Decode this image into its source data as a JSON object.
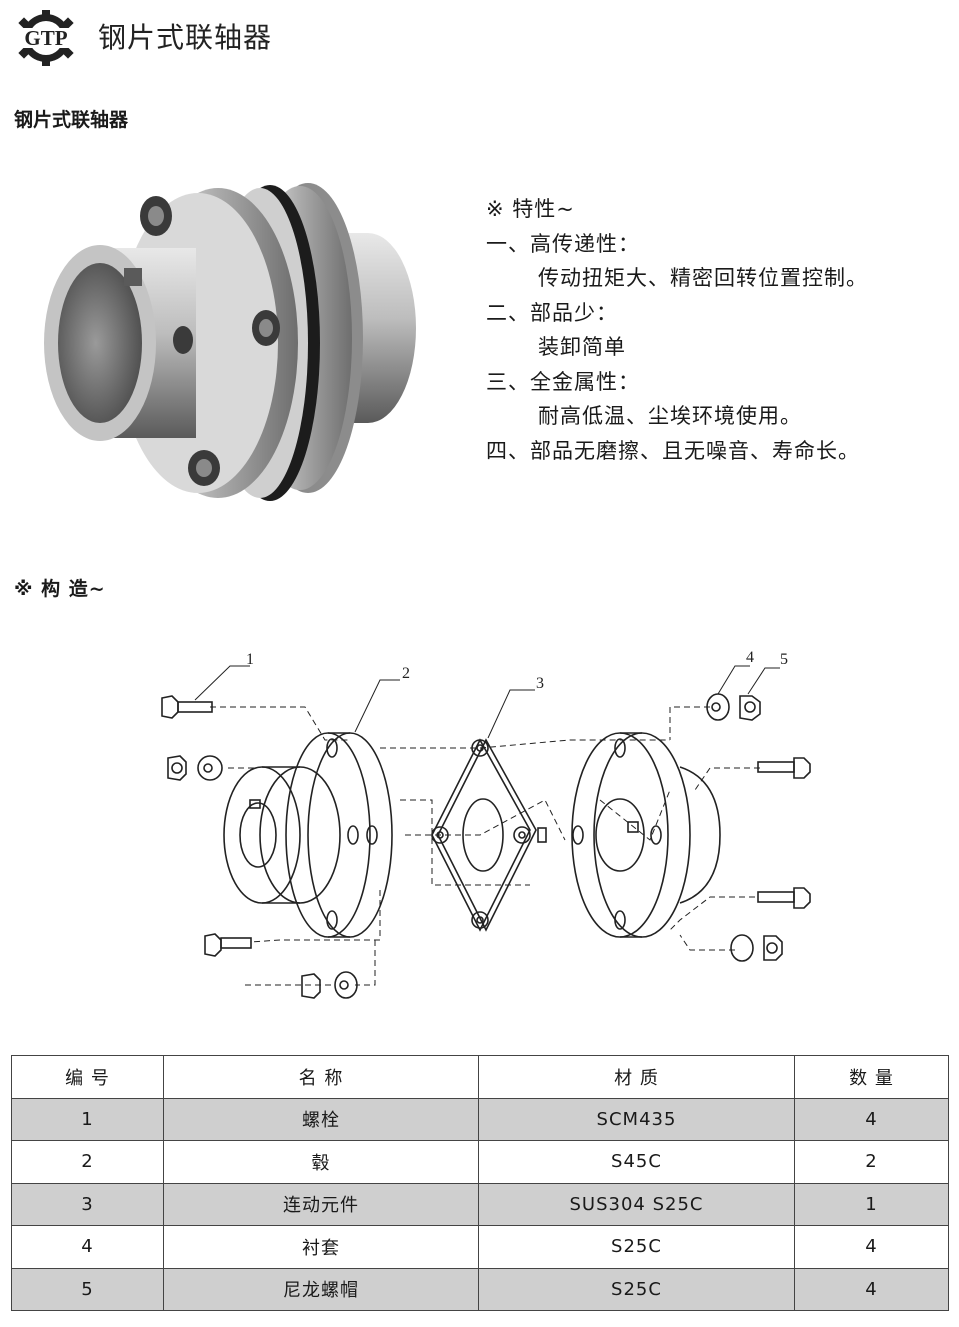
{
  "header": {
    "logo_text": "GTP",
    "title": "钢片式联轴器"
  },
  "subtitle": "钢片式联轴器",
  "features": {
    "heading": "※ 特性~",
    "lines": [
      {
        "text": "一、高传递性：",
        "indent": false
      },
      {
        "text": "传动扭矩大、精密回转位置控制。",
        "indent": true
      },
      {
        "text": "二、部品少：",
        "indent": false
      },
      {
        "text": "装卸简单",
        "indent": true
      },
      {
        "text": "三、全金属性：",
        "indent": false
      },
      {
        "text": "耐高低温、尘埃环境使用。",
        "indent": true
      },
      {
        "text": "四、部品无磨擦、且无噪音、寿命长。",
        "indent": false
      }
    ]
  },
  "structure_heading": "※ 构 造~",
  "diagram": {
    "callouts": [
      "1",
      "2",
      "3",
      "4",
      "5"
    ]
  },
  "table": {
    "headers": [
      "编 号",
      "名 称",
      "材 质",
      "数 量"
    ],
    "rows": [
      [
        "1",
        "螺栓",
        "SCM435",
        "4"
      ],
      [
        "2",
        "毂",
        "S45C",
        "2"
      ],
      [
        "3",
        "连动元件",
        "SUS304 S25C",
        "1"
      ],
      [
        "4",
        "衬套",
        "S25C",
        "4"
      ],
      [
        "5",
        "尼龙螺帽",
        "S25C",
        "4"
      ]
    ]
  }
}
